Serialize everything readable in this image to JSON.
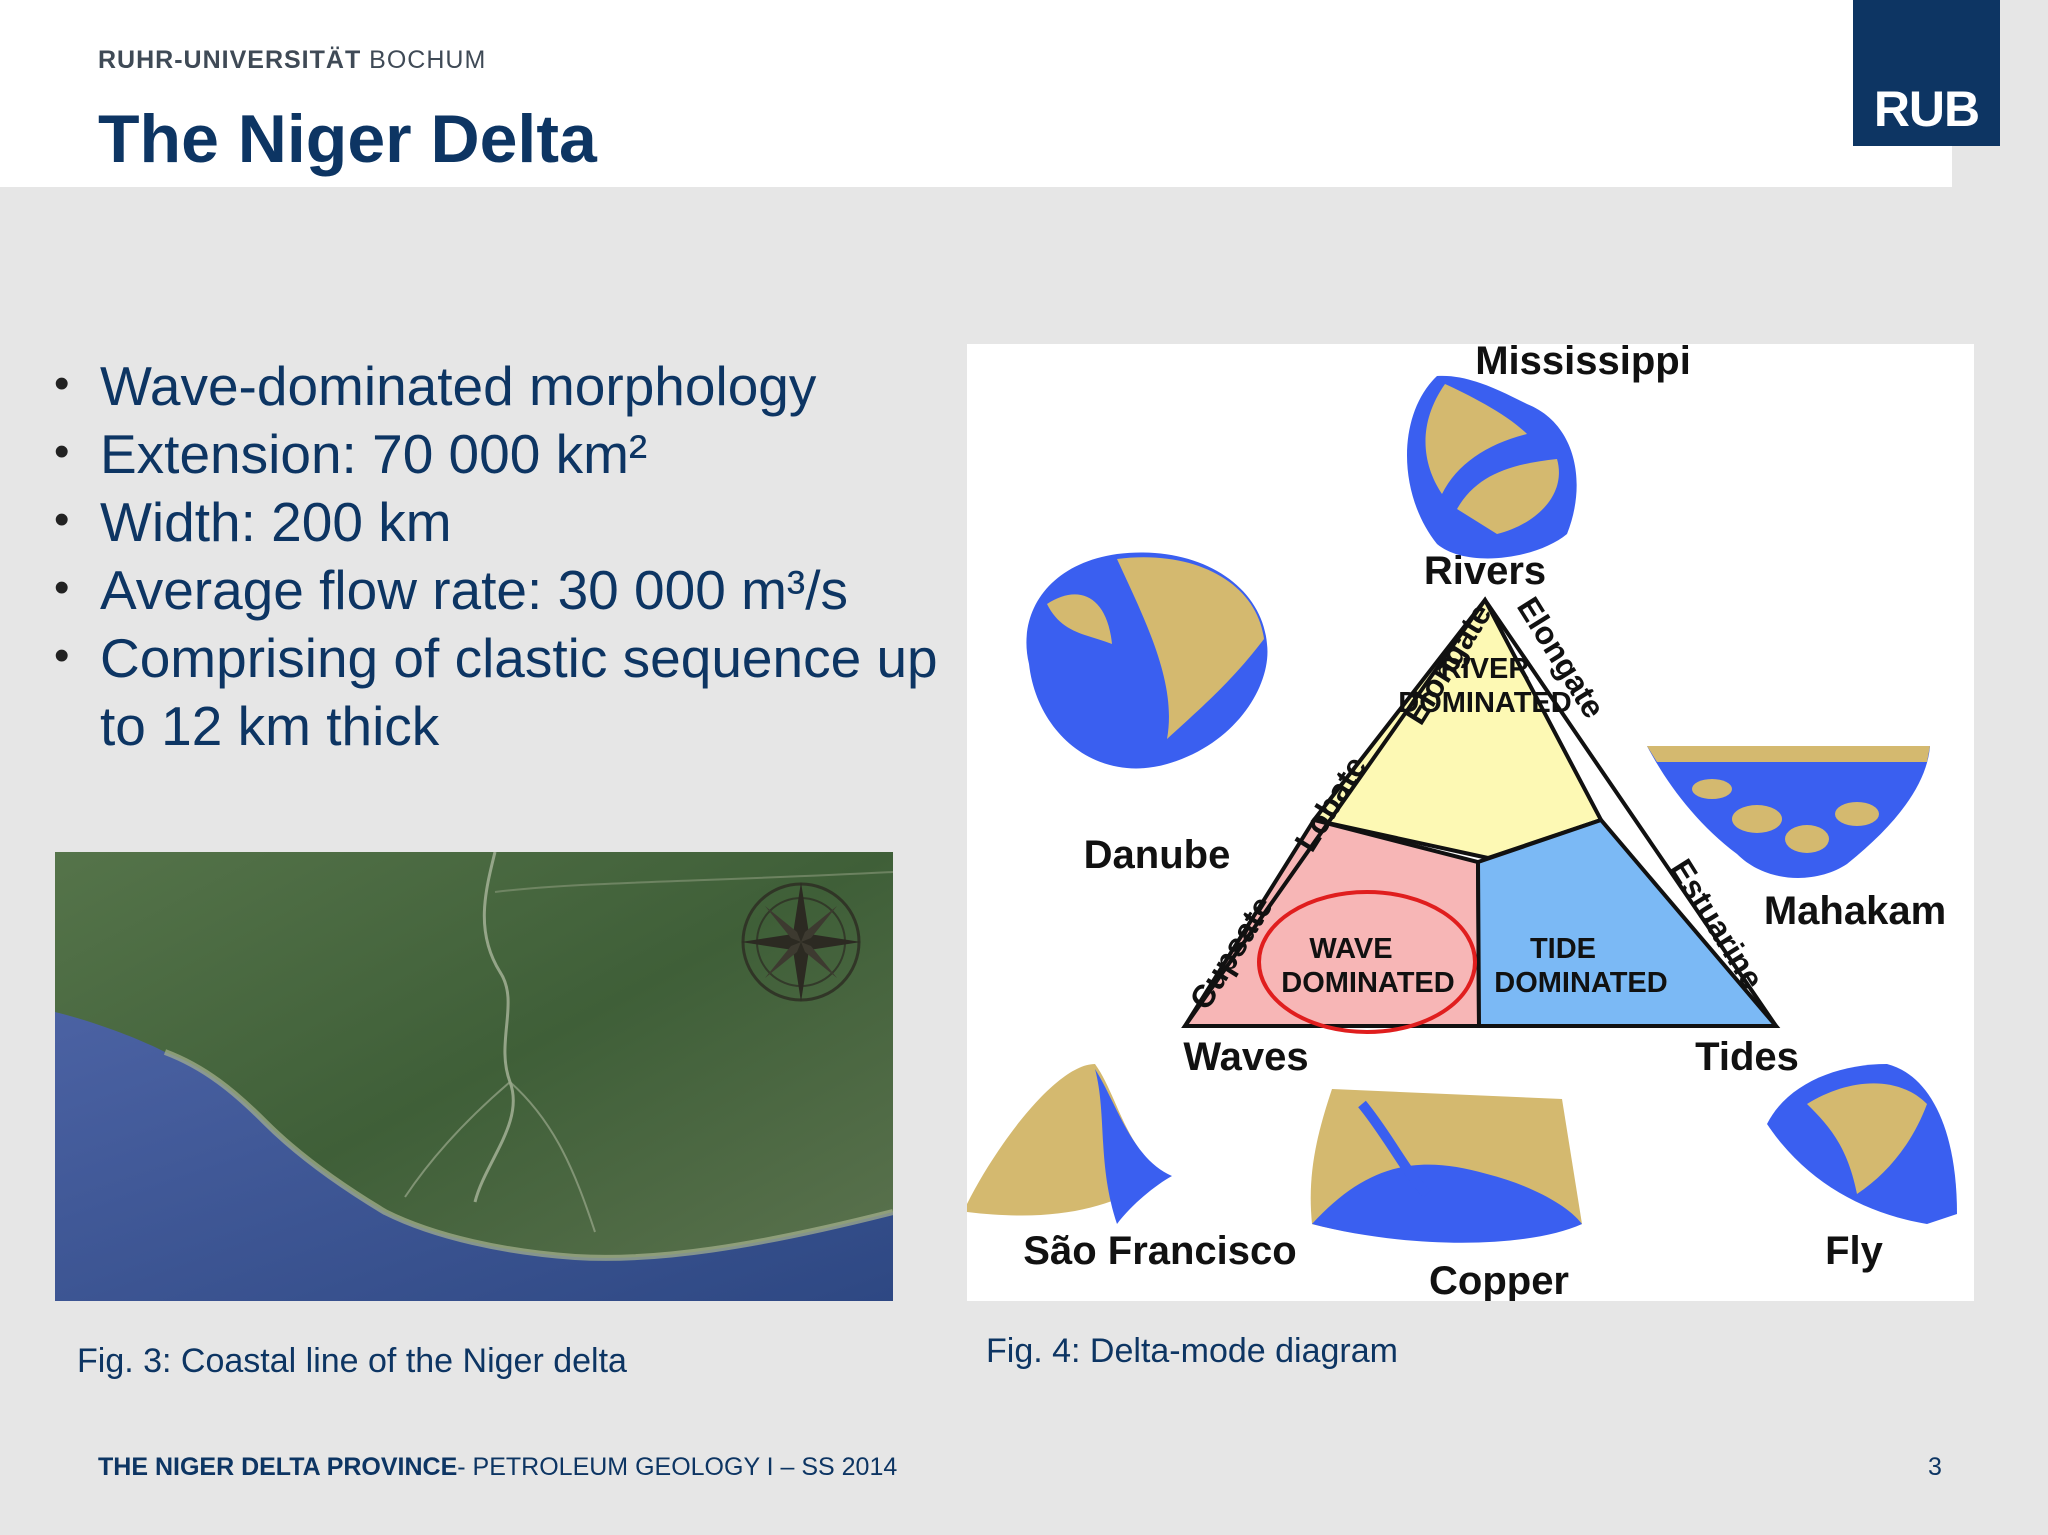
{
  "header": {
    "university_bold": "RUHR-UNIVERSITÄT",
    "university_rest": " BOCHUM",
    "title": "The Niger Delta",
    "logo_text": "RUB"
  },
  "bullets": [
    "Wave-dominated morphology",
    "Extension: 70 000 km²",
    "Width: 200 km",
    "Average flow rate: 30 000 m³/s",
    "Comprising of clastic sequence up to 12 km thick"
  ],
  "figures": {
    "fig3_caption": "Fig. 3: Coastal line of the Niger delta",
    "fig4_caption": "Fig. 4: Delta-mode diagram"
  },
  "diagram": {
    "deltas": [
      "Mississippi",
      "Danube",
      "Mahakam",
      "São Francisco",
      "Copper",
      "Fly"
    ],
    "vertices": {
      "top": "Rivers",
      "left": "Waves",
      "right": "Tides"
    },
    "edge_labels": [
      "Elongate",
      "Elongate",
      "Lobate",
      "Cupsate",
      "Estuarine"
    ],
    "regions": {
      "river_line1": "RIVER",
      "river_line2": "DOMINATED",
      "wave_line1": "WAVE",
      "wave_line2": "DOMINATED",
      "tide_line1": "TIDE",
      "tide_line2": "DOMINATED"
    },
    "colors": {
      "land": "#d4b96f",
      "water": "#3a5ff0",
      "river": "#fdf9b4",
      "wave": "#f7b6b6",
      "tide": "#7bb9f5",
      "highlight": "#e01e1e"
    }
  },
  "footer": {
    "bold": "THE NIGER DELTA PROVINCE",
    "rest": "- PETROLEUM GEOLOGY I – SS 2014",
    "page": "3"
  }
}
